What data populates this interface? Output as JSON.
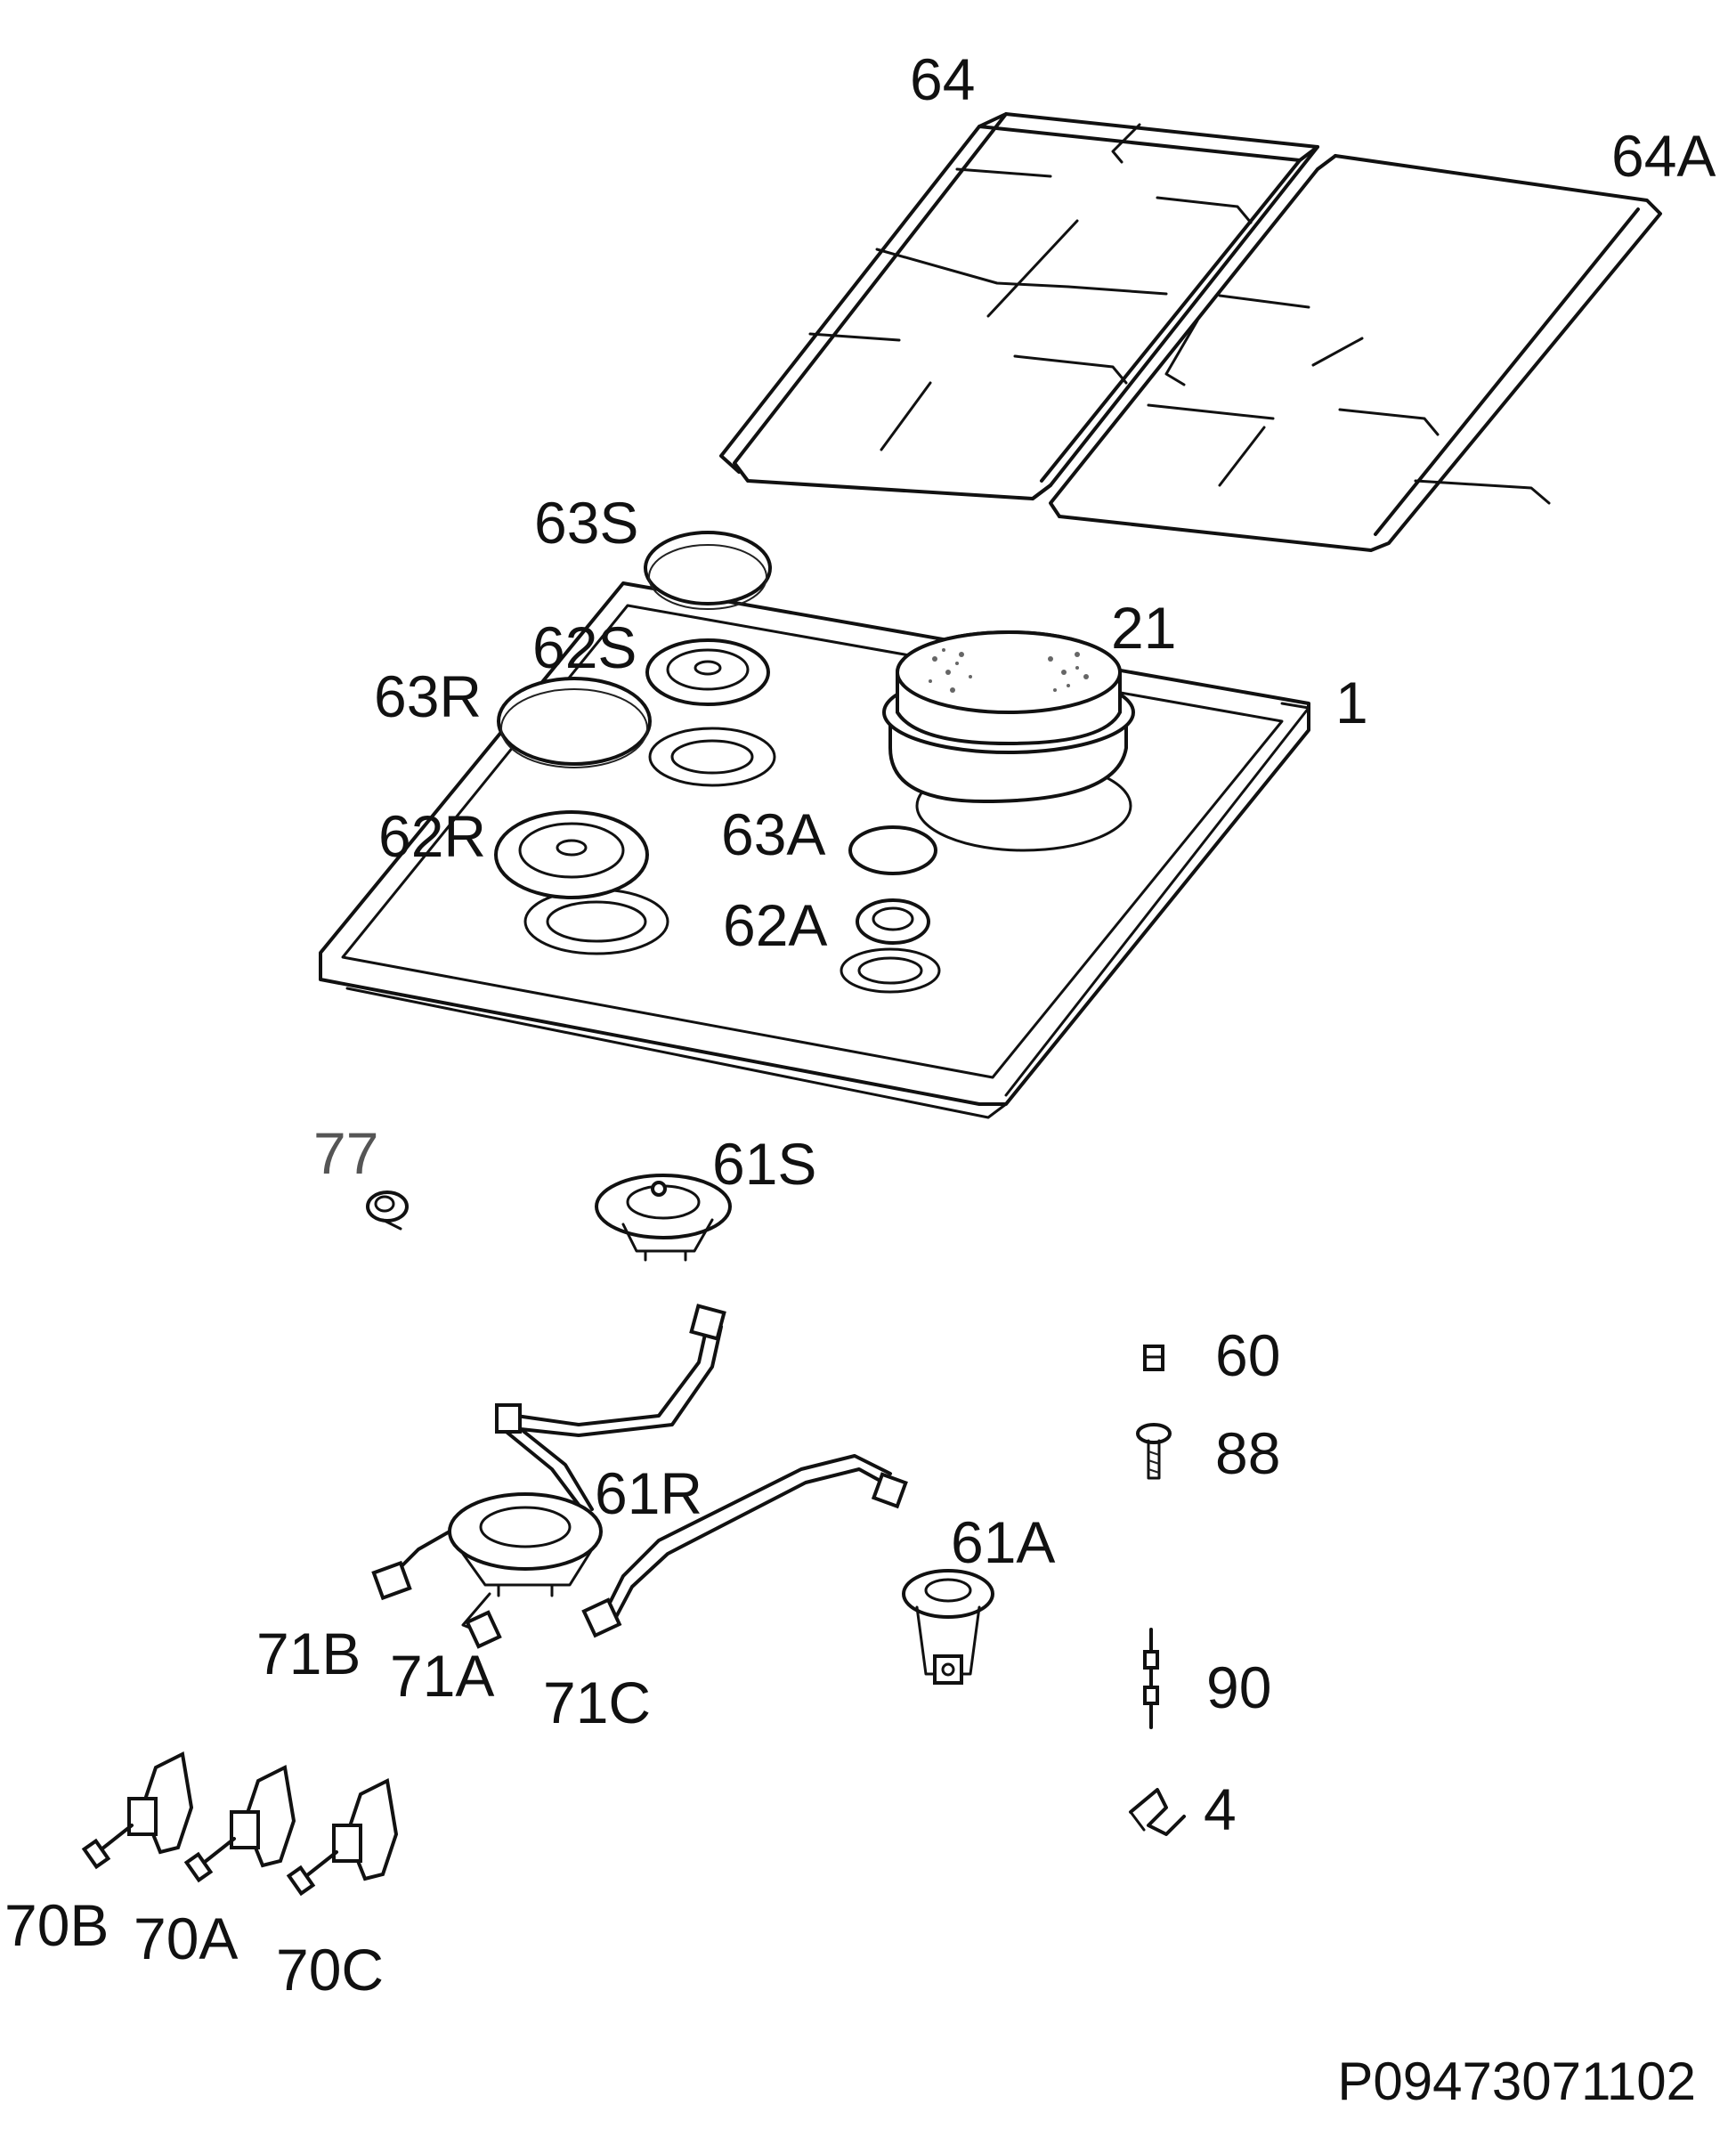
{
  "labels": {
    "l64": "64",
    "l64A": "64A",
    "l63S": "63S",
    "l21": "21",
    "l62S": "62S",
    "l1": "1",
    "l63R": "63R",
    "l63A": "63A",
    "l62R": "62R",
    "l62A": "62A",
    "l77": "77",
    "l61S": "61S",
    "l60": "60",
    "l88": "88",
    "l61R": "61R",
    "l61A": "61A",
    "l71B": "71B",
    "l71A": "71A",
    "l71C": "71C",
    "l90": "90",
    "l4": "4",
    "l70B": "70B",
    "l70A": "70A",
    "l70C": "70C"
  },
  "drawing_code": "P09473071102"
}
